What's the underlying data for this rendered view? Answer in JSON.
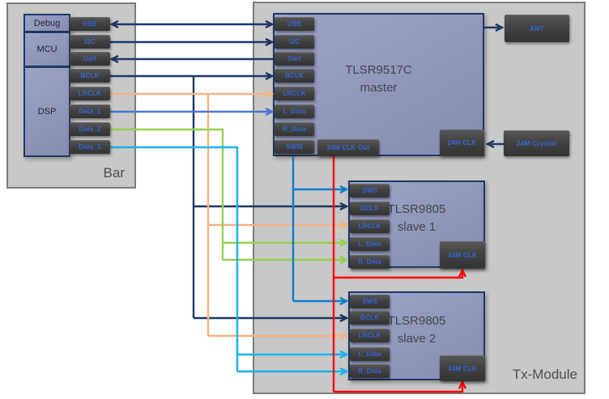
{
  "colors": {
    "navy": "#1f3864",
    "salmon": "#f5b183",
    "data1_blue": "#4a77d4",
    "green": "#94d052",
    "cyan": "#1ab2ef",
    "swm_blue": "#0f7ccd",
    "red": "#fe0000",
    "container_fill": "#c8c8c8",
    "container_border": "#7c7c7c",
    "block_border": "#1f3864",
    "block_fill_top": "#9ba3c6",
    "block_fill_bottom": "#868db0",
    "port_fill_top": "#585858",
    "port_fill_bottom": "#343434",
    "port_text": "#3565d5",
    "title_text": "#46464e",
    "container_label": "#4f4f4f",
    "mini_label": "#26262e"
  },
  "bar": {
    "label": "Bar",
    "blocks": {
      "debug": "Debug",
      "mcu": "MCU",
      "dsp": "DSP"
    },
    "ports": [
      "USB",
      "I2C",
      "Uart",
      "BCLK",
      "LRCLK",
      "Data_1",
      "Data_2",
      "Data_3"
    ]
  },
  "tx": {
    "label": "Tx-Module",
    "master": {
      "title": "TLSR9517C",
      "subtitle": "master",
      "ports": [
        "USB",
        "I2C",
        "Uart",
        "BCLK",
        "LRCLK",
        "L_Data",
        "R_Data",
        "SWM"
      ],
      "clk_out": "24M CLK Out",
      "clk_in": "24M CLK"
    },
    "ant": "ANT",
    "crystal": "24M Crystal",
    "slave1": {
      "title": "TLSR9805",
      "subtitle": "slave 1",
      "ports": [
        "SWS",
        "BCLK",
        "LRCLK",
        "L_Data",
        "R_Data"
      ],
      "clk": "24M CLK"
    },
    "slave2": {
      "title": "TLSR9805",
      "subtitle": "slave 2",
      "ports": [
        "SWS",
        "BCLK",
        "LRCLK",
        "L_Data",
        "R_Data"
      ],
      "clk": "24M CLK"
    }
  }
}
